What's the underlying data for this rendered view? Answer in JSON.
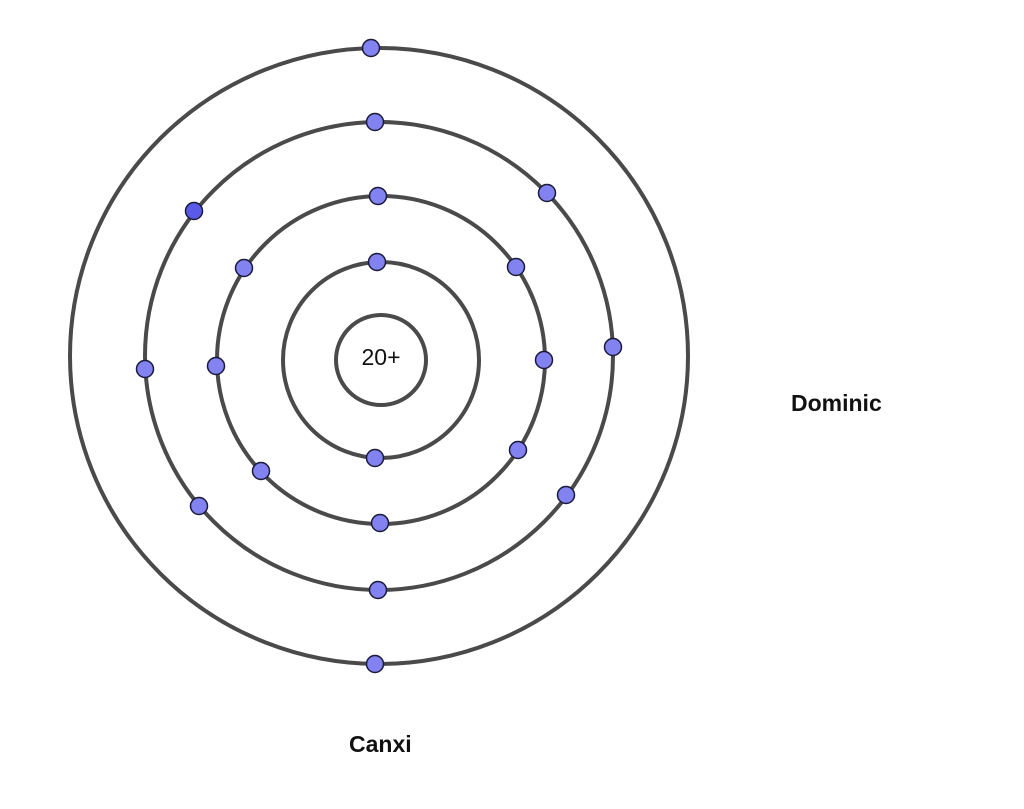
{
  "diagram": {
    "nucleus_charge": "20+",
    "shells": [
      {
        "name": "shell-1",
        "electrons": 2
      },
      {
        "name": "shell-2",
        "electrons": 8
      },
      {
        "name": "shell-3",
        "electrons": 8
      },
      {
        "name": "shell-4",
        "electrons": 2
      }
    ],
    "colors": {
      "ring": "#4a4a4a",
      "electron_fill": "#8282f0",
      "electron_stroke": "#1a1a3a",
      "text": "#111111"
    }
  },
  "captions": {
    "bottom": "Canxi",
    "right": "Dominic"
  }
}
